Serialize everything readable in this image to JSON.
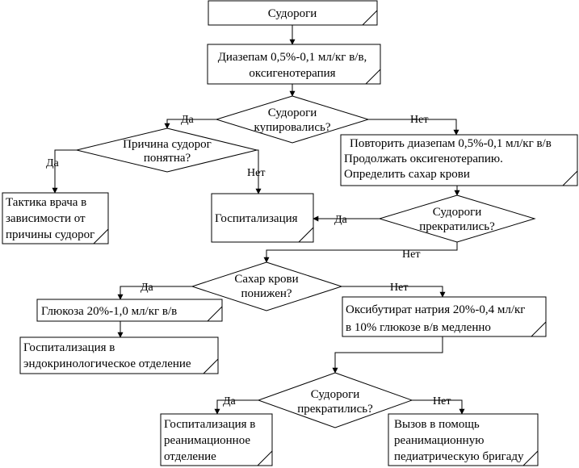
{
  "nodes": {
    "start": "Судороги",
    "diazepam": [
      "Диазепам 0,5%-0,1 мл/кг в/в,",
      "оксигенотерапия"
    ],
    "q_stopped": [
      "Судороги",
      "купировались?"
    ],
    "q_cause": [
      "Причина судорог",
      "понятна?"
    ],
    "tactics": [
      "Тактика врача в",
      "зависимости от",
      "причины судорог"
    ],
    "hospital": "Госпитализация",
    "repeat": [
      "Повторить диазепам 0,5%-0,1 мл/кг в/в",
      "Продолжать оксигенотерапию.",
      "Определить сахар крови"
    ],
    "q_ceased1": [
      "Судороги",
      "прекратились?"
    ],
    "q_sugar": [
      "Сахар крови",
      "понижен?"
    ],
    "glucose": "Глюкоза 20%-1,0 мл/кг в/в",
    "endo": [
      "Госпитализация в",
      "эндокринологическое отделение"
    ],
    "oxybutyrate": [
      "Оксибутират натрия 20%-0,4 мл/кг",
      "в 10% глюкозе в/в медленно"
    ],
    "q_ceased2": [
      "Судороги",
      "прекратились?"
    ],
    "icu": [
      "Госпитализация в",
      "реанимационное",
      "отделение"
    ],
    "call": [
      "Вызов в помощь",
      "реанимационную",
      "педиатрическую бригаду"
    ]
  },
  "edges": {
    "yes": "Да",
    "no": "Нет"
  }
}
